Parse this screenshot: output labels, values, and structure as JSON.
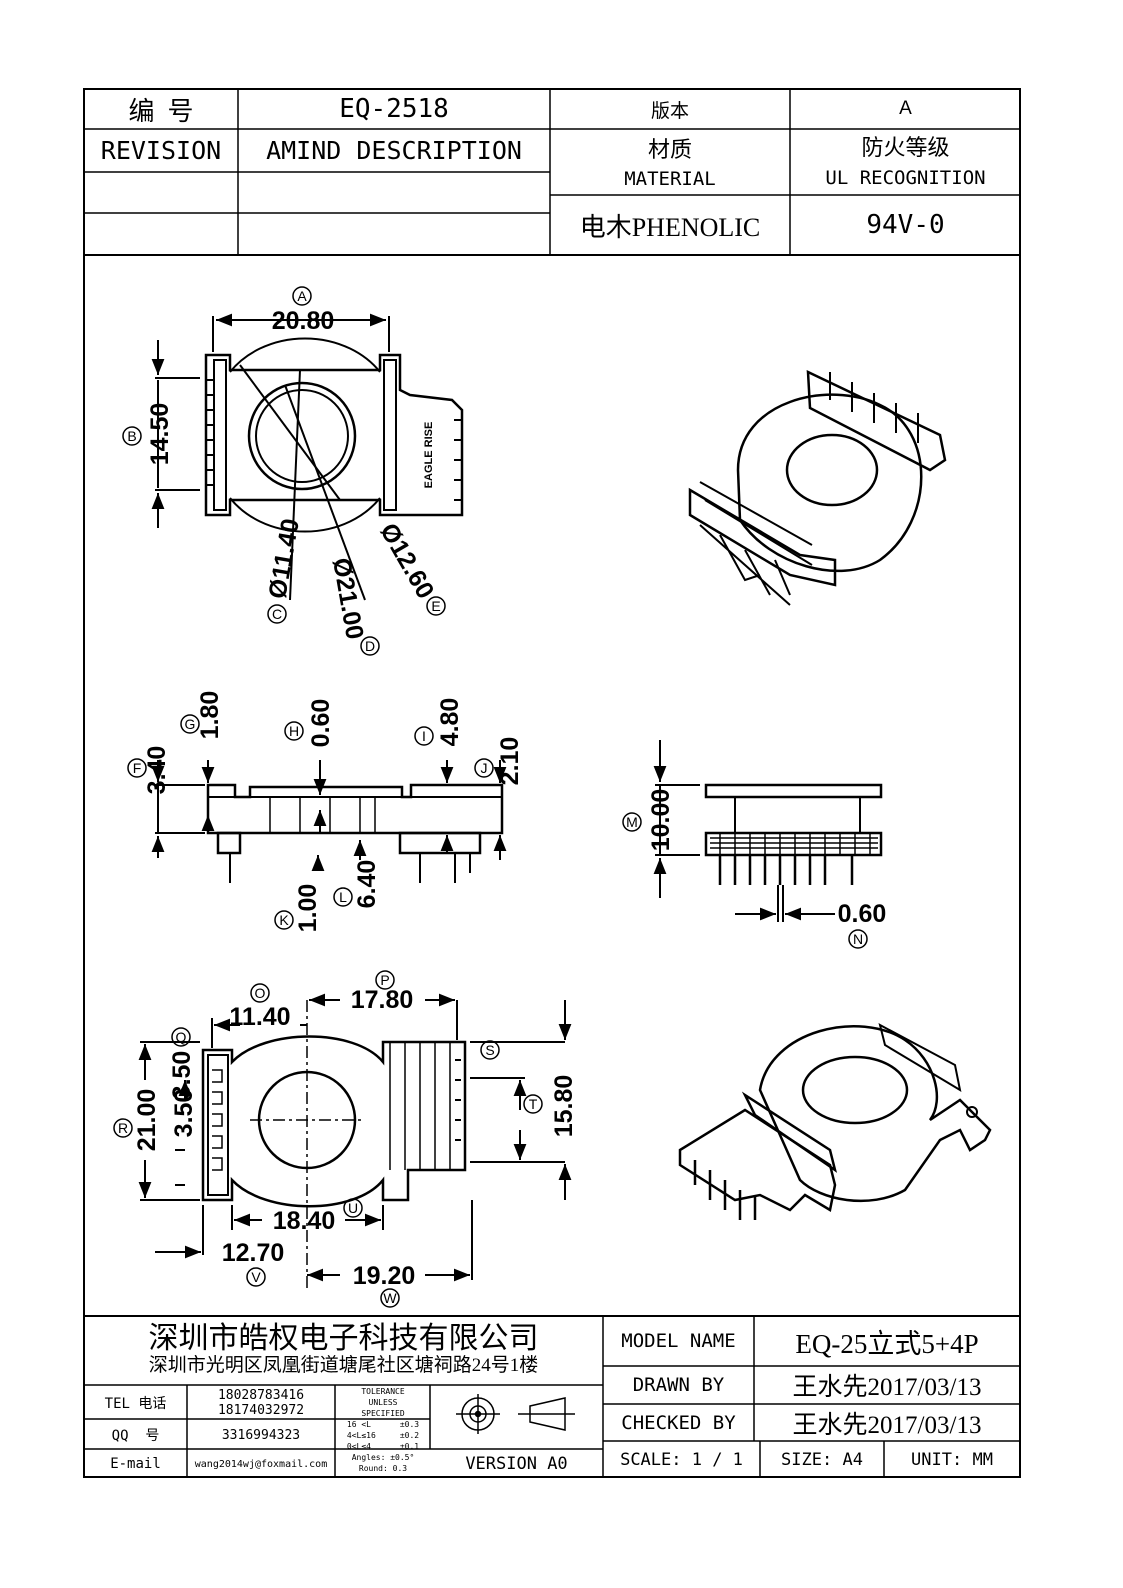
{
  "header": {
    "code_label": "编  号",
    "code_value": "EQ-2518",
    "version_label": "版本",
    "version_value": "A",
    "revision_label": "REVISION",
    "amind_label": "AMIND DESCRIPTION",
    "material_label_cn": "材质",
    "material_label_en": "MATERIAL",
    "ul_label_cn": "防火等级",
    "ul_label_en": "UL RECOGNITION",
    "material_value": "电木PHENOLIC",
    "ul_value": "94V-0"
  },
  "drawing": {
    "logo_text": "EAGLE RISE",
    "top_view": {
      "dims": [
        "20.80",
        "14.50",
        "Ø11.40",
        "Ø21.00",
        "Ø12.60"
      ],
      "labels": [
        "A",
        "B",
        "C",
        "D",
        "E"
      ]
    },
    "side_view": {
      "dims": [
        "3.40",
        "1.80",
        "0.60",
        "4.80",
        "2.10",
        "1.00",
        "6.40"
      ],
      "labels": [
        "F",
        "G",
        "H",
        "I",
        "J",
        "K",
        "L"
      ]
    },
    "end_view": {
      "dims": [
        "10.00",
        "0.60"
      ],
      "labels": [
        "M",
        "N"
      ]
    },
    "bottom_view": {
      "dims": [
        "11.40",
        "17.80",
        "3.50",
        "21.00",
        "3.50",
        "15.80",
        "18.40",
        "12.70",
        "19.20"
      ],
      "labels": [
        "O",
        "P",
        "Q",
        "R",
        "S",
        "T",
        "U",
        "V",
        "W"
      ]
    }
  },
  "footer": {
    "company_name": "深圳市皓权电子科技有限公司",
    "company_address": "深圳市光明区凤凰街道塘尾社区塘祠路24号1楼",
    "tel_label": "TEL 电话",
    "tel_values": [
      "18028783416",
      "18174032972"
    ],
    "qq_label": "QQ  号",
    "qq_value": "3316994323",
    "email_label": "E-mail",
    "email_value": "wang2014wj@foxmail.com",
    "tolerance": [
      "TOLERANCE",
      "UNLESS",
      "SPECIFIED",
      "16 <L      ±0.3",
      "4<L≤16     ±0.2",
      "0<L≤4      ±0.1",
      "Angles: ±0.5°",
      "Round: 0.3"
    ],
    "version_text": "VERSION A0",
    "model_name_label": "MODEL NAME",
    "model_name_value": "EQ-25立式5+4P",
    "drawn_by_label": "DRAWN BY",
    "drawn_by_value": "王水先2017/03/13",
    "checked_by_label": "CHECKED BY",
    "checked_by_value": "王水先2017/03/13",
    "scale_text": "SCALE: 1 / 1",
    "size_text": "SIZE: A4",
    "unit_text": "UNIT: MM"
  }
}
